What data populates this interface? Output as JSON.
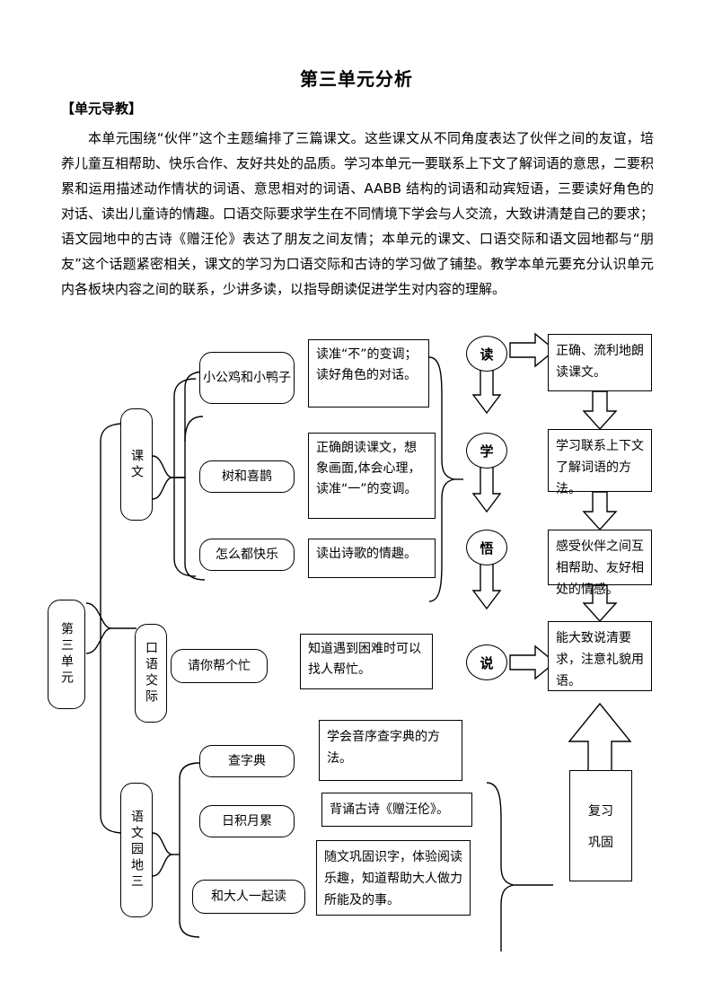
{
  "document": {
    "title": "第三单元分析",
    "section_label": "【单元导教】",
    "body": "本单元围绕“伙伴”这个主题编排了三篇课文。这些课文从不同角度表达了伙伴之间的友谊，培养儿童互相帮助、快乐合作、友好共处的品质。学习本单元一要联系上下文了解词语的意思，二要积累和运用描述动作情状的词语、意思相对的词语、AABB 结构的词语和动宾短语，三要读好角色的对话、读出儿童诗的情趣。口语交际要求学生在不同情境下学会与人交流，大致讲清楚自己的要求；语文园地中的古诗《赠汪伦》表达了朋友之间友情；本单元的课文、口语交际和语文园地都与“朋友”这个话题紧密相关，课文的学习为口语交际和古诗的学习做了铺垫。教学本单元要充分认识单元内各板块内容之间的联系，少讲多读，以指导朗读促进学生对内容的理解。"
  },
  "diagram": {
    "root": "第三单元",
    "branches": {
      "lesson": "课文",
      "oral": "口语交际",
      "garden": "语文园地三"
    },
    "lessons": [
      {
        "name": "小公鸡和小鸭子",
        "detail": "读准“不”的变调；读好角色的对话。"
      },
      {
        "name": "树和喜鹊",
        "detail": "正确朗读课文，想象画面,体会心理，读准“一”的变调。"
      },
      {
        "name": "怎么都快乐",
        "detail": "读出诗歌的情趣。"
      }
    ],
    "oral_items": [
      {
        "name": "请你帮个忙",
        "detail": "知道遇到困难时可以找人帮忙。"
      }
    ],
    "garden_items": [
      {
        "name": "查字典",
        "detail": "学会音序查字典的方法。"
      },
      {
        "name": "日积月累",
        "detail": "背诵古诗《赠汪伦》。"
      },
      {
        "name": "和大人一起读",
        "detail": "随文巩固识字，体验阅读乐趣，知道帮助大人做力所能及的事。"
      }
    ],
    "steps": [
      "读",
      "学",
      "悟",
      "说"
    ],
    "outcomes": [
      "正确、流利地朗读课文。",
      "学习联系上下文了解词语的方法。",
      "感受伙伴之间互相帮助、友好相处的情感。",
      "能大致说清要求，注意礼貌用语。"
    ],
    "review": {
      "line1": "复习",
      "line2": "巩固"
    }
  },
  "colors": {
    "ink": "#000000",
    "paper": "#ffffff"
  }
}
